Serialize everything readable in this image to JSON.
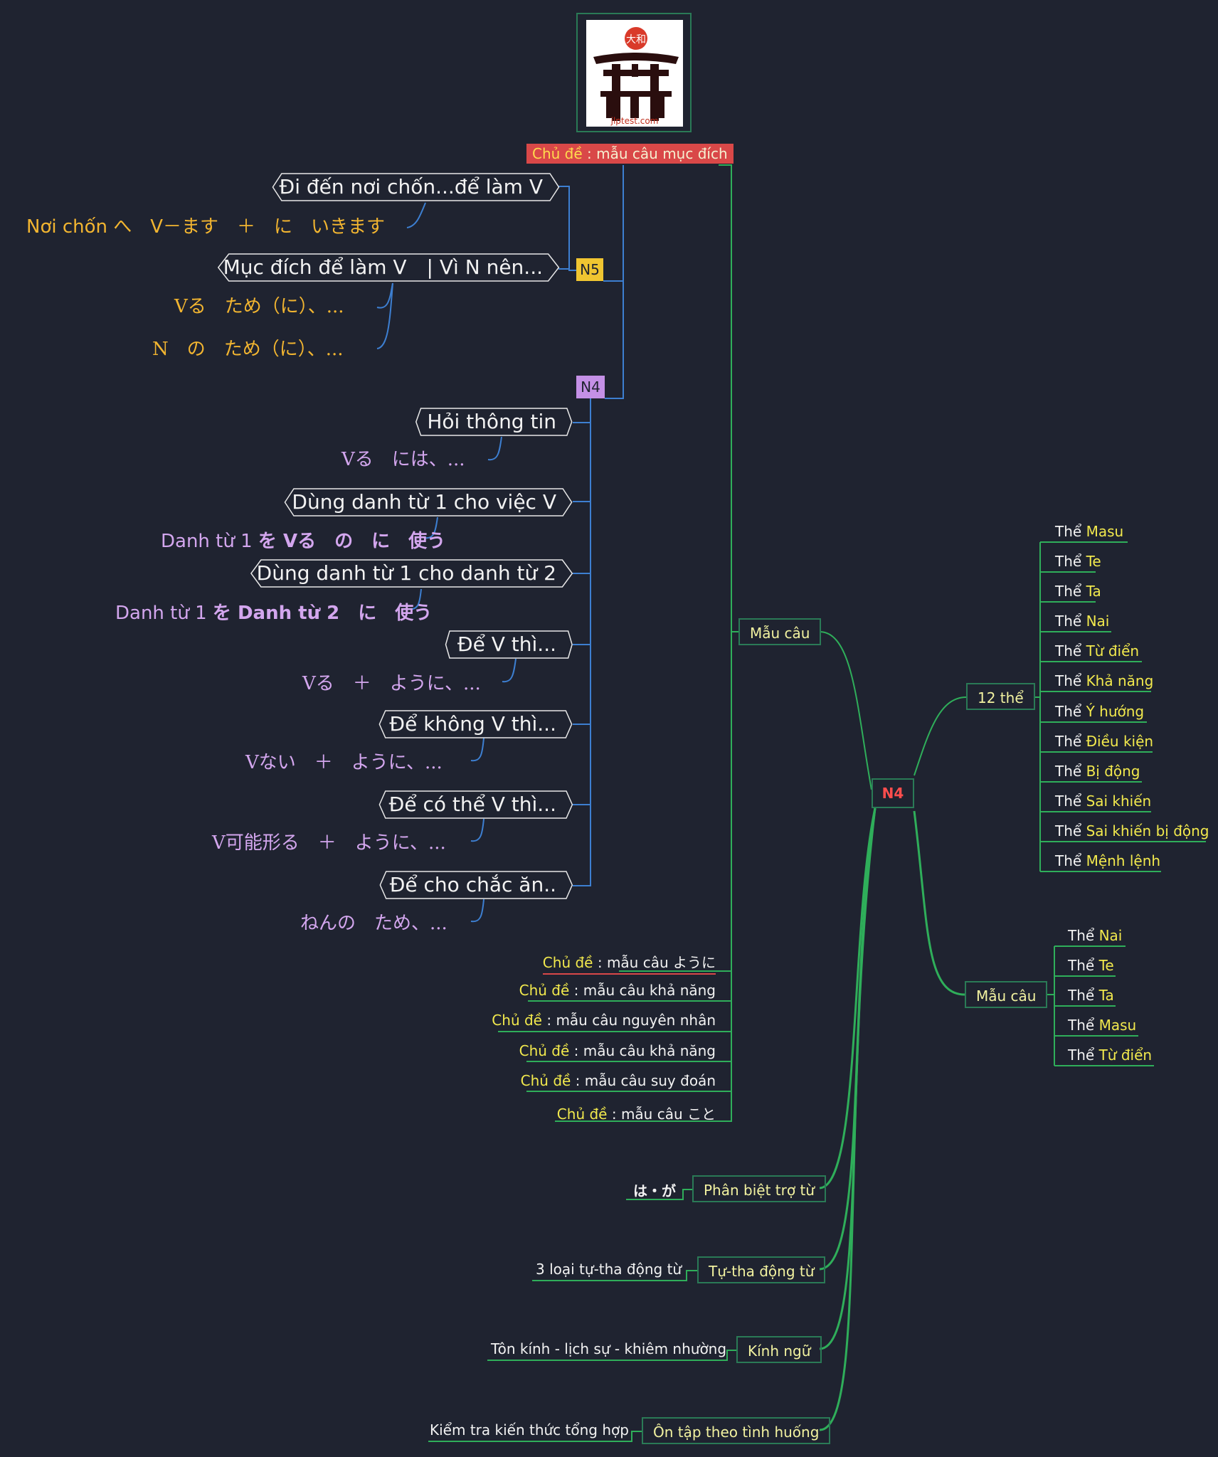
{
  "logo": {
    "site": "jlptest.com",
    "seal": "大和"
  },
  "root": {
    "title_key": "Chủ đề",
    "title_rest": " : mẫu câu mục đích"
  },
  "n5_label": "N5",
  "n4_label": "N4",
  "n5_topics": [
    {
      "label": "Đi đến nơi chốn...để làm V",
      "subs": [
        "Nơi chốn へ　V－ます　＋　に　いきます"
      ]
    },
    {
      "label": "Mục đích để làm V　|  Vì N nên...",
      "subs": [
        "Vる　ため（に）、...",
        "N　の　ため（に）、..."
      ]
    }
  ],
  "n4_topics": [
    {
      "label": "Hỏi thông tin",
      "sub": "Vる　には、..."
    },
    {
      "label": "Dùng danh từ 1 cho việc V",
      "sub_a": "Danh từ 1 ",
      "sub_b": "を Vる　の　に　使う"
    },
    {
      "label": "Dùng danh từ 1 cho danh từ 2",
      "sub_a": "Danh từ 1 ",
      "sub_b": "を Danh từ 2　に　使う"
    },
    {
      "label": "Để V thì...",
      "sub": "Vる　＋　ように、..."
    },
    {
      "label": "Để không V thì...",
      "sub": "Vない　＋　ように、..."
    },
    {
      "label": "Để có thể V thì...",
      "sub": "V可能形る　＋　ように、..."
    },
    {
      "label": "Để cho chắc ăn..",
      "sub": "ねんの　ため、..."
    }
  ],
  "other_topics": [
    {
      "key": "Chủ đề",
      "rest": " : mẫu câu ように"
    },
    {
      "key": "Chủ đề",
      "rest": " : mẫu câu khả năng"
    },
    {
      "key": "Chủ đề",
      "rest": " : mẫu câu nguyên nhân"
    },
    {
      "key": "Chủ đề",
      "rest": " : mẫu câu khả năng"
    },
    {
      "key": "Chủ đề",
      "rest": " : mẫu câu suy đoán"
    },
    {
      "key": "Chủ đề",
      "rest": " : mẫu câu こと"
    }
  ],
  "mau_cau_top": "Mẫu câu",
  "center": "N4",
  "twelve": {
    "label": "12 thể",
    "items": [
      {
        "a": "Thể ",
        "b": "Masu"
      },
      {
        "a": "Thể ",
        "b": "Te"
      },
      {
        "a": "Thể ",
        "b": "Ta"
      },
      {
        "a": "Thể ",
        "b": "Nai"
      },
      {
        "a": "Thể ",
        "b": "Từ điển"
      },
      {
        "a": "Thể ",
        "b": "Khả năng"
      },
      {
        "a": "Thể ",
        "b": "Ý hướng"
      },
      {
        "a": "Thể ",
        "b": "Điều kiện"
      },
      {
        "a": "Thể ",
        "b": "Bị động"
      },
      {
        "a": "Thể ",
        "b": "Sai khiến"
      },
      {
        "a": "Thể ",
        "b": "Sai khiến bị động"
      },
      {
        "a": "Thể ",
        "b": "Mệnh lệnh"
      }
    ]
  },
  "mau_cau_right": {
    "label": "Mẫu câu",
    "items": [
      {
        "a": "Thể ",
        "b": "Nai"
      },
      {
        "a": "Thể ",
        "b": "Te"
      },
      {
        "a": "Thể ",
        "b": "Ta"
      },
      {
        "a": "Thể ",
        "b": "Masu"
      },
      {
        "a": "Thể ",
        "b": "Từ điển"
      }
    ]
  },
  "bottom": [
    {
      "label": "Phân biệt trợ từ",
      "leaf": "は・が"
    },
    {
      "label": "Tự-tha động từ",
      "leaf": "3 loại tự-tha động từ"
    },
    {
      "label": "Kính ngữ",
      "leaf": "Tôn kính - lịch sự - khiêm nhường"
    },
    {
      "label": "Ôn tập theo tình huống",
      "leaf": "Kiểm tra kiến thức tổng hợp"
    }
  ],
  "colors": {
    "background": "#1f2330",
    "branch_green": "#2fae5a",
    "branch_blue": "#3d7fd1",
    "accent_red": "#d94848",
    "yellow": "#f2b530",
    "purple": "#d3a6ee"
  }
}
